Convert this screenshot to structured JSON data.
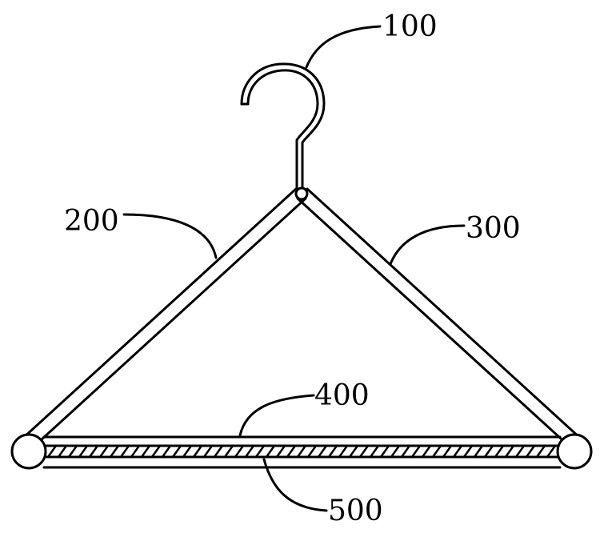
{
  "labels": {
    "hook": "100",
    "left_arm": "200",
    "right_arm": "300",
    "bar_top": "400",
    "bar_bottom": "500"
  },
  "colors": {
    "stroke": "#000000",
    "background": "#ffffff"
  }
}
